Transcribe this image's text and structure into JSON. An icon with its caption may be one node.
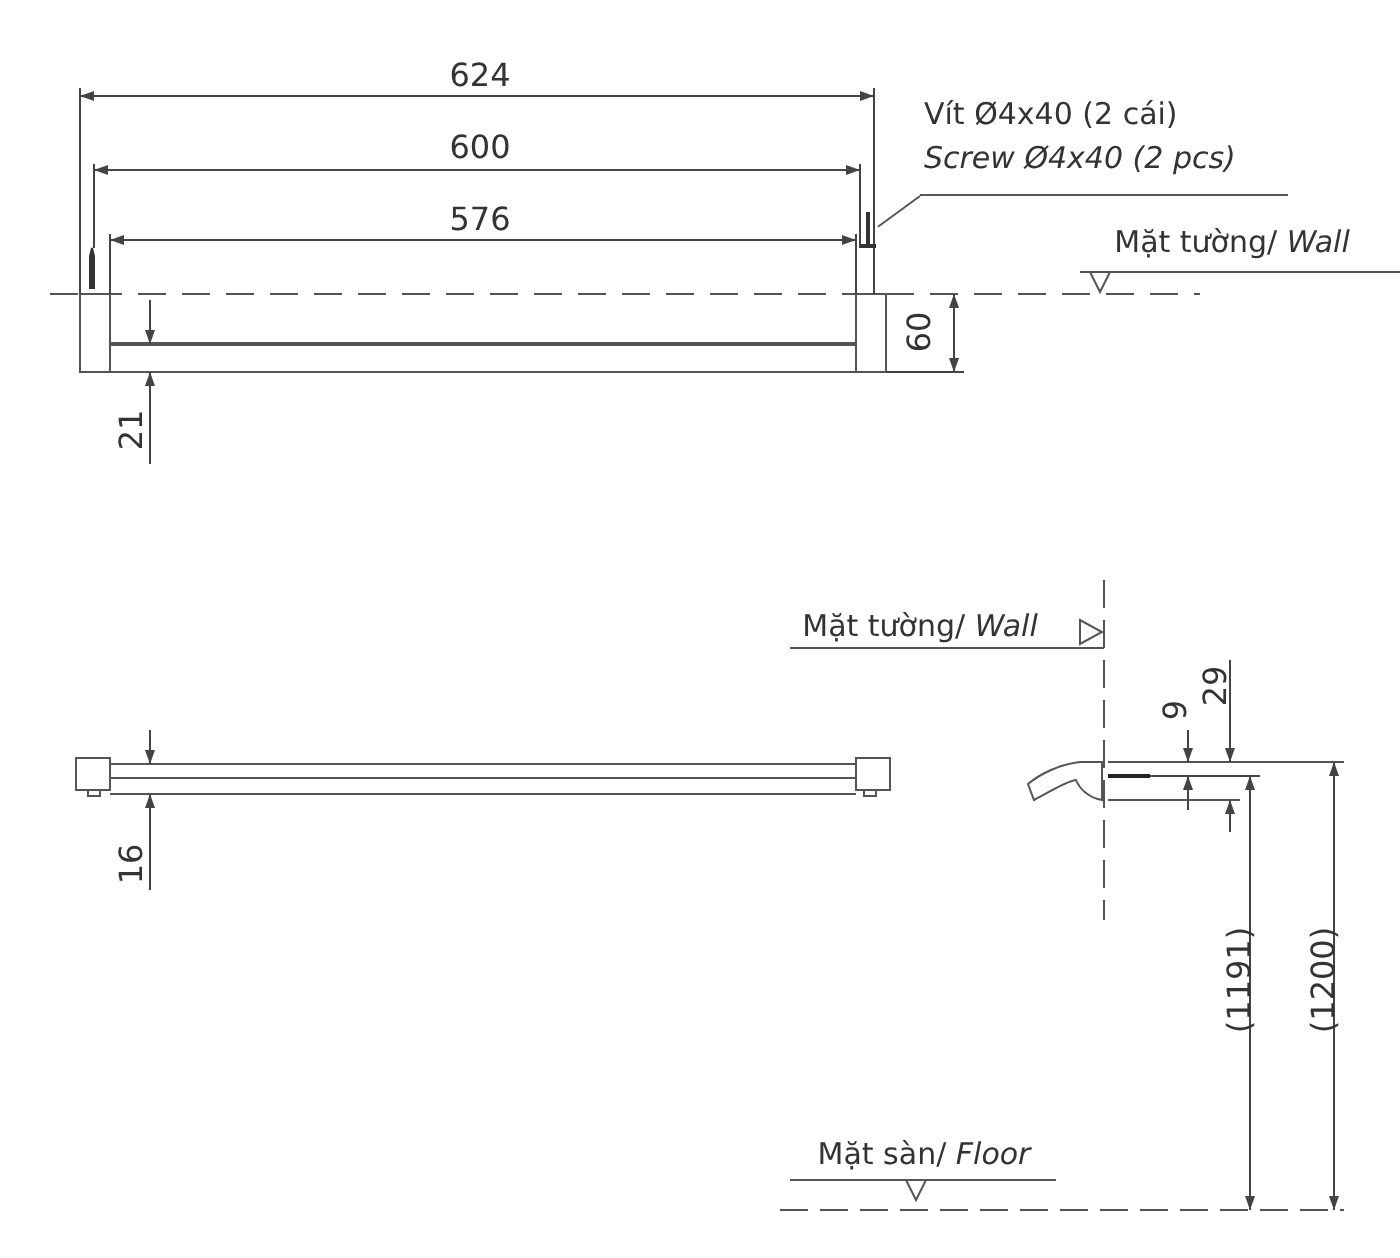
{
  "diagram": {
    "nodes": [
      {
        "text": [
          "Vít Ø4x40 (2 cái)",
          "Screw Ø4x40 (2 pcs)"
        ]
      },
      {
        "text": [],
        "shape": "picture"
      }
    ],
    "edges": [
      {
        "from": 0,
        "to": 1,
        "arrow": "none"
      }
    ],
    "labels": [
      "624",
      "600",
      "576",
      "Mặt tường/ *Wall*",
      "60",
      "21",
      "16",
      "Mặt tường/ *Wall*",
      "9",
      "29",
      "(1191)",
      "(1200)",
      "Mặt sàn/ *Floor*"
    ]
  }
}
